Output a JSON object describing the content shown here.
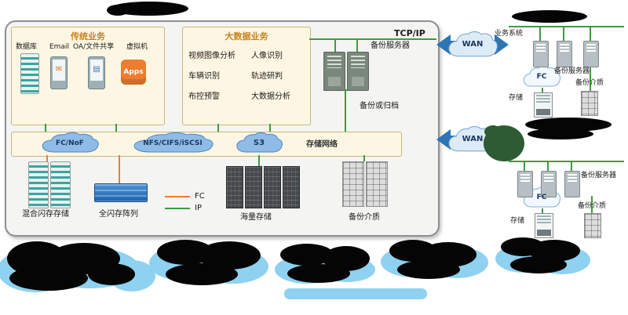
{
  "colors": {
    "fc_line": "#ED7D31",
    "ip_line": "#3E9B3E",
    "panel_bg": "#FDF6E2",
    "cloud_blue": "#8FBCE6",
    "wan_arrow": "#2E75B6"
  },
  "main": {
    "tcp_ip_label": "TCP/IP",
    "traditional": {
      "title": "传统业务",
      "items": {
        "db": "数据库",
        "email": "Email",
        "oa": "OA/文件共享",
        "vm": "虚拟机"
      },
      "apps_badge": "Apps"
    },
    "bigdata": {
      "title": "大数据业务",
      "items": [
        "视频图像分析",
        "人像识别",
        "车辆识别",
        "轨迹研判",
        "布控预警",
        "大数据分析"
      ]
    },
    "backup_server": "备份服务器",
    "backup_or_archive": "备份或归档",
    "storage_bus": {
      "label": "存储网络",
      "clouds": [
        "FC/NoF",
        "NFS/CIFS/iSCSI",
        "S3"
      ]
    },
    "devices": {
      "hybrid_flash": "混合闪存存储",
      "all_flash": "全闪存阵列",
      "mass": "海量存储",
      "media": "备份介质"
    },
    "legend": {
      "fc": "FC",
      "ip": "IP"
    }
  },
  "wan_top": "WAN",
  "wan_bottom": "WAN",
  "site_top": {
    "business_system": "业务系统",
    "backup_server": "备份服务器",
    "fc": "FC",
    "storage": "存储",
    "media": "备份介质"
  },
  "site_bottom": {
    "backup_server": "备份服务器",
    "fc": "FC",
    "storage": "存储",
    "media": "备份介质"
  }
}
